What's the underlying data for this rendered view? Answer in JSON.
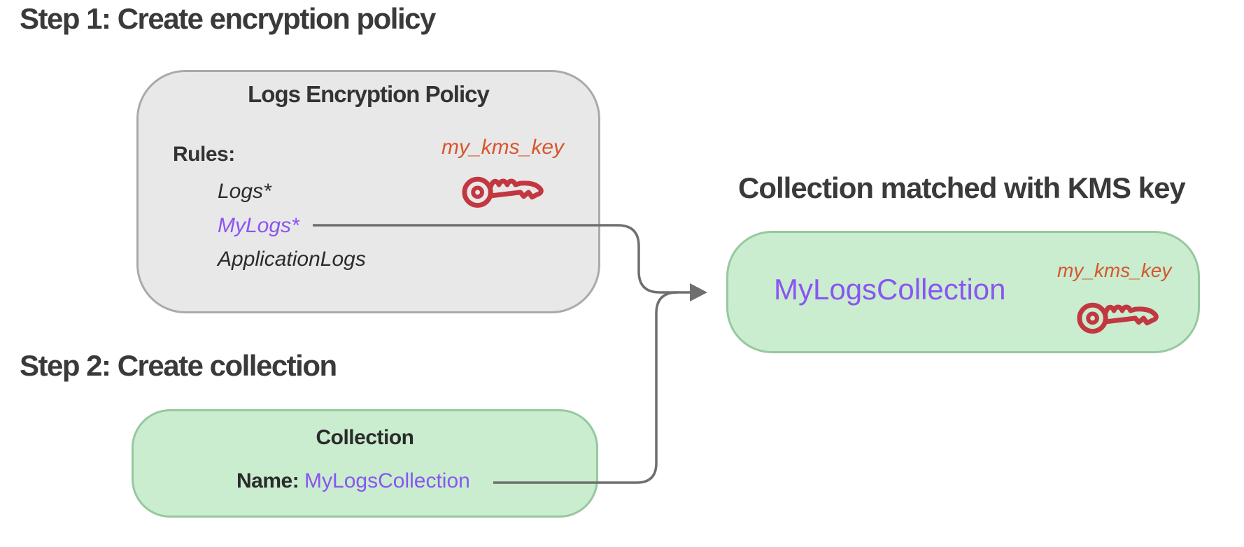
{
  "step1": {
    "title": "Step 1: Create encryption policy"
  },
  "policy_box": {
    "title": "Logs Encryption Policy",
    "rules_label": "Rules:",
    "rules": [
      "Logs*",
      "MyLogs*",
      "ApplicationLogs"
    ],
    "kms_key_label": "my_kms_key"
  },
  "step2": {
    "title": "Step 2: Create collection"
  },
  "collection_box": {
    "title": "Collection",
    "name_label": "Name:",
    "name_value": "MyLogsCollection"
  },
  "matched": {
    "title": "Collection matched with KMS key",
    "collection_name": "MyLogsCollection",
    "kms_key_label": "my_kms_key"
  },
  "colors": {
    "title_text": "#3a3a3a",
    "body_text": "#2b2b2b",
    "purple_accent": "#8a55f2",
    "orange_accent": "#d6562e",
    "key_red": "#c23740",
    "policy_fill": "#e9e8e8",
    "policy_border": "#aaaaaa",
    "collection_fill": "#c9edce",
    "collection_border": "#97c89e",
    "connector_gray": "#6f6f6f"
  }
}
